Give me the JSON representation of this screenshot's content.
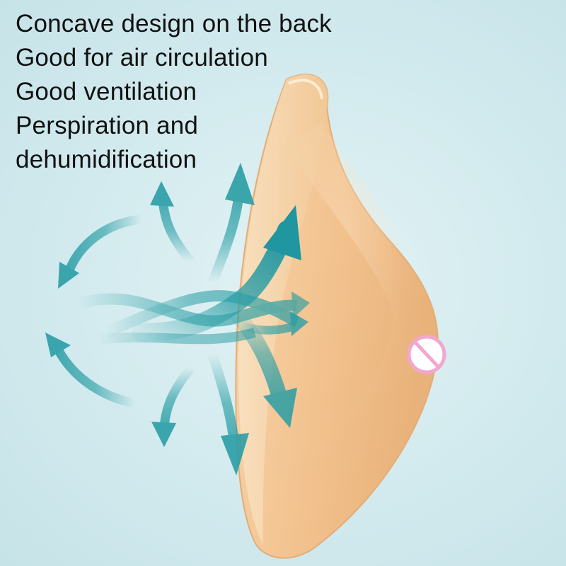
{
  "caption": {
    "lines": [
      "Concave design on the back",
      "Good for air circulation",
      "Good ventilation",
      "Perspiration and",
      "dehumidification"
    ]
  },
  "colors": {
    "background": "#d2eaee",
    "arrow": "#2a9ea5",
    "silicone": "#f3c592",
    "silicone_edge": "#e7b683",
    "censor_ring": "#f2a7d0"
  },
  "icons": {
    "censor_mark": "prohibited-circle-icon"
  }
}
